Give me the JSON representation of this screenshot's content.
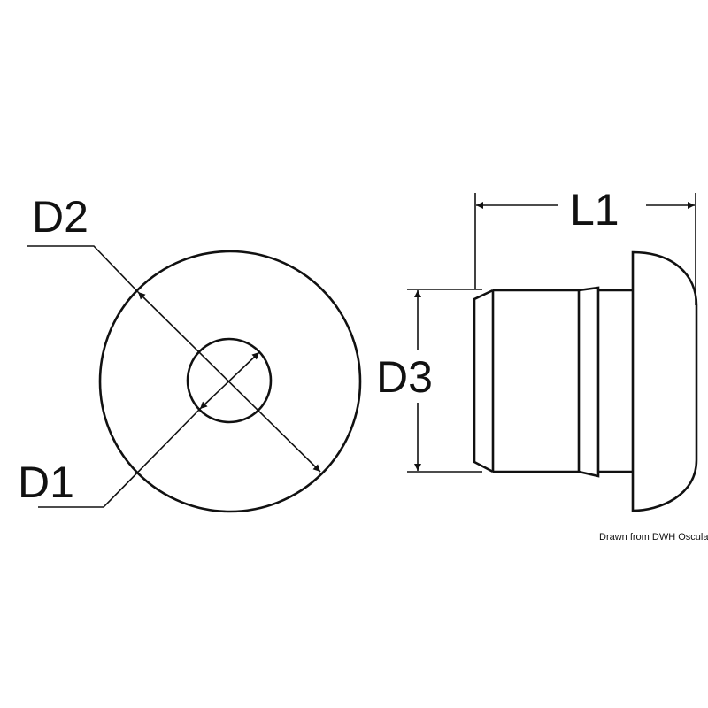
{
  "labels": {
    "d1": "D1",
    "d2": "D2",
    "d3": "D3",
    "l1": "L1"
  },
  "caption": "Drawn from DWH Osculati Srl",
  "colors": {
    "line": "#111111",
    "background": "#ffffff"
  }
}
